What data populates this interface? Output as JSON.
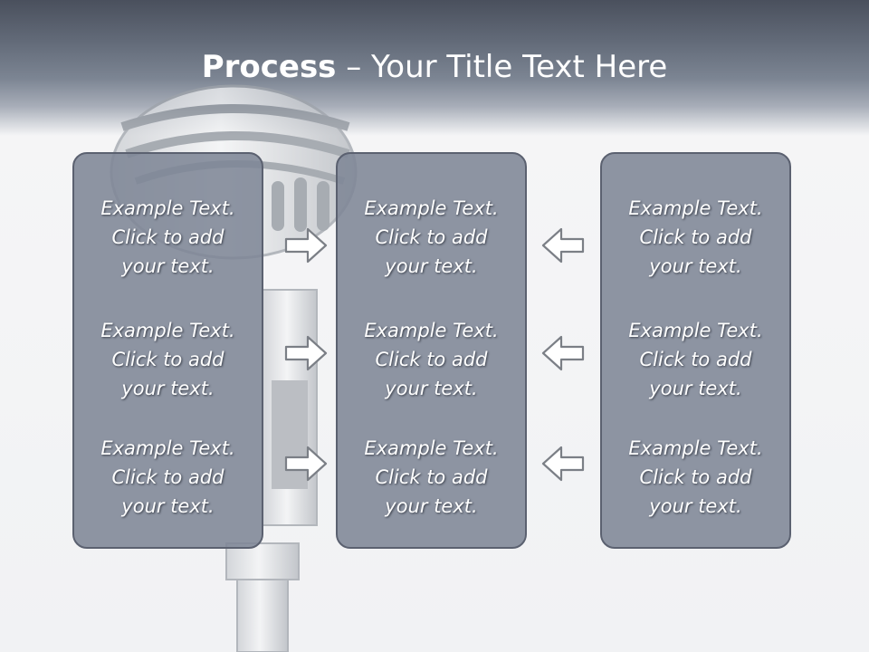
{
  "title": {
    "bold": "Process",
    "rest": " – Your Title Text Here"
  },
  "columns": [
    {
      "blocks": [
        {
          "line1": "Example Text.",
          "line2": "Click  to add",
          "line3": "your text."
        },
        {
          "line1": "Example Text.",
          "line2": "Click  to add",
          "line3": "your text."
        },
        {
          "line1": "Example Text.",
          "line2": "Click  to add",
          "line3": "your text."
        }
      ]
    },
    {
      "blocks": [
        {
          "line1": "Example Text.",
          "line2": "Click  to add",
          "line3": "your text."
        },
        {
          "line1": "Example Text.",
          "line2": "Click  to add",
          "line3": "your text."
        },
        {
          "line1": "Example Text.",
          "line2": "Click  to add",
          "line3": "your text."
        }
      ]
    },
    {
      "blocks": [
        {
          "line1": "Example Text.",
          "line2": "Click  to add",
          "line3": "your text."
        },
        {
          "line1": "Example Text.",
          "line2": "Click  to add",
          "line3": "your text."
        },
        {
          "line1": "Example Text.",
          "line2": "Click  to add",
          "line3": "your text."
        }
      ]
    }
  ],
  "icons": {
    "arrows_left_side": "arrow-right-icon",
    "arrows_right_side": "arrow-left-icon"
  },
  "colors": {
    "box_fill": "#7e8696",
    "box_border": "#5b6170",
    "header_dark": "#4a505d",
    "background": "#f4f4f5",
    "text": "#ffffff",
    "arrow_stroke": "#7b7f86"
  }
}
